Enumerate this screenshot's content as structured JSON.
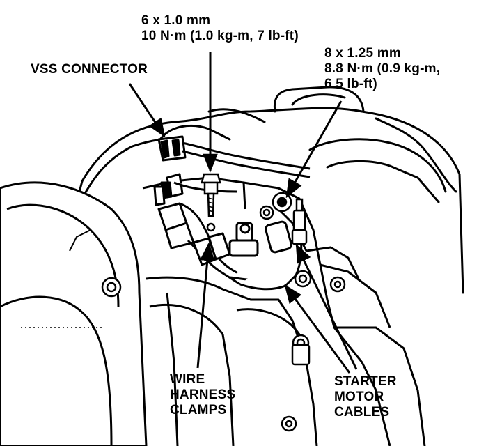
{
  "labels": {
    "vss_connector": "VSS CONNECTOR",
    "bolt_small": {
      "size": "6 x 1.0 mm",
      "torque": "10 N·m (1.0 kg-m, 7 lb-ft)"
    },
    "bolt_large": {
      "size": "8 x 1.25 mm",
      "torque_line1": "8.8 N·m (0.9 kg-m,",
      "torque_line2": "6.5 lb-ft)"
    },
    "wire_harness_clamps": [
      "WIRE",
      "HARNESS",
      "CLAMPS"
    ],
    "starter_motor_cables": [
      "STARTER",
      "MOTOR",
      "CABLES"
    ]
  }
}
